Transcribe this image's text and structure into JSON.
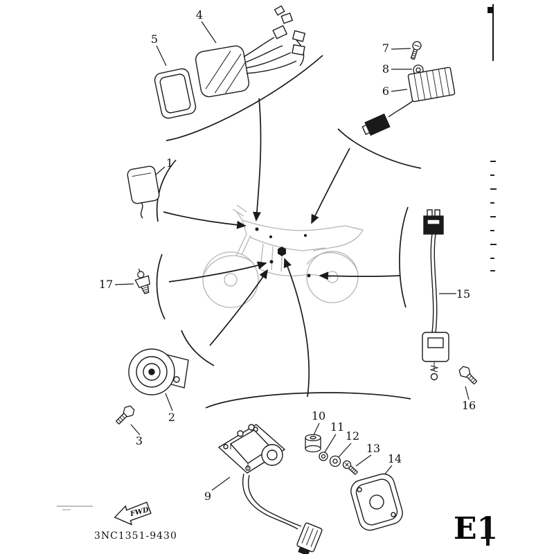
{
  "footer": {
    "code": "3NC1351-9430",
    "fwd_label": "FWD",
    "page_label": "E1"
  },
  "labels": {
    "p1": "1",
    "p2": "2",
    "p3": "3",
    "p4": "4",
    "p5": "5",
    "p6": "6",
    "p7": "7",
    "p8": "8",
    "p9": "9",
    "p10": "10",
    "p11": "11",
    "p12": "12",
    "p13": "13",
    "p14": "14",
    "p15": "15",
    "p16": "16",
    "p17": "17"
  }
}
